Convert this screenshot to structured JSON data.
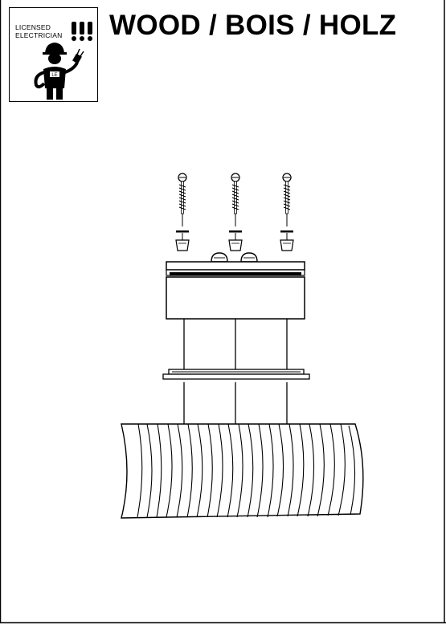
{
  "header": {
    "title": "WOOD / BOIS / HOLZ",
    "badge": {
      "line1": "LICENSED",
      "line2": "ELECTRICIAN",
      "alert": "!!!",
      "tag": "LE",
      "icon": "electrician-icon"
    }
  },
  "diagram": {
    "screw_count": 3,
    "colors": {
      "ink": "#000000",
      "paper": "#ffffff"
    }
  }
}
